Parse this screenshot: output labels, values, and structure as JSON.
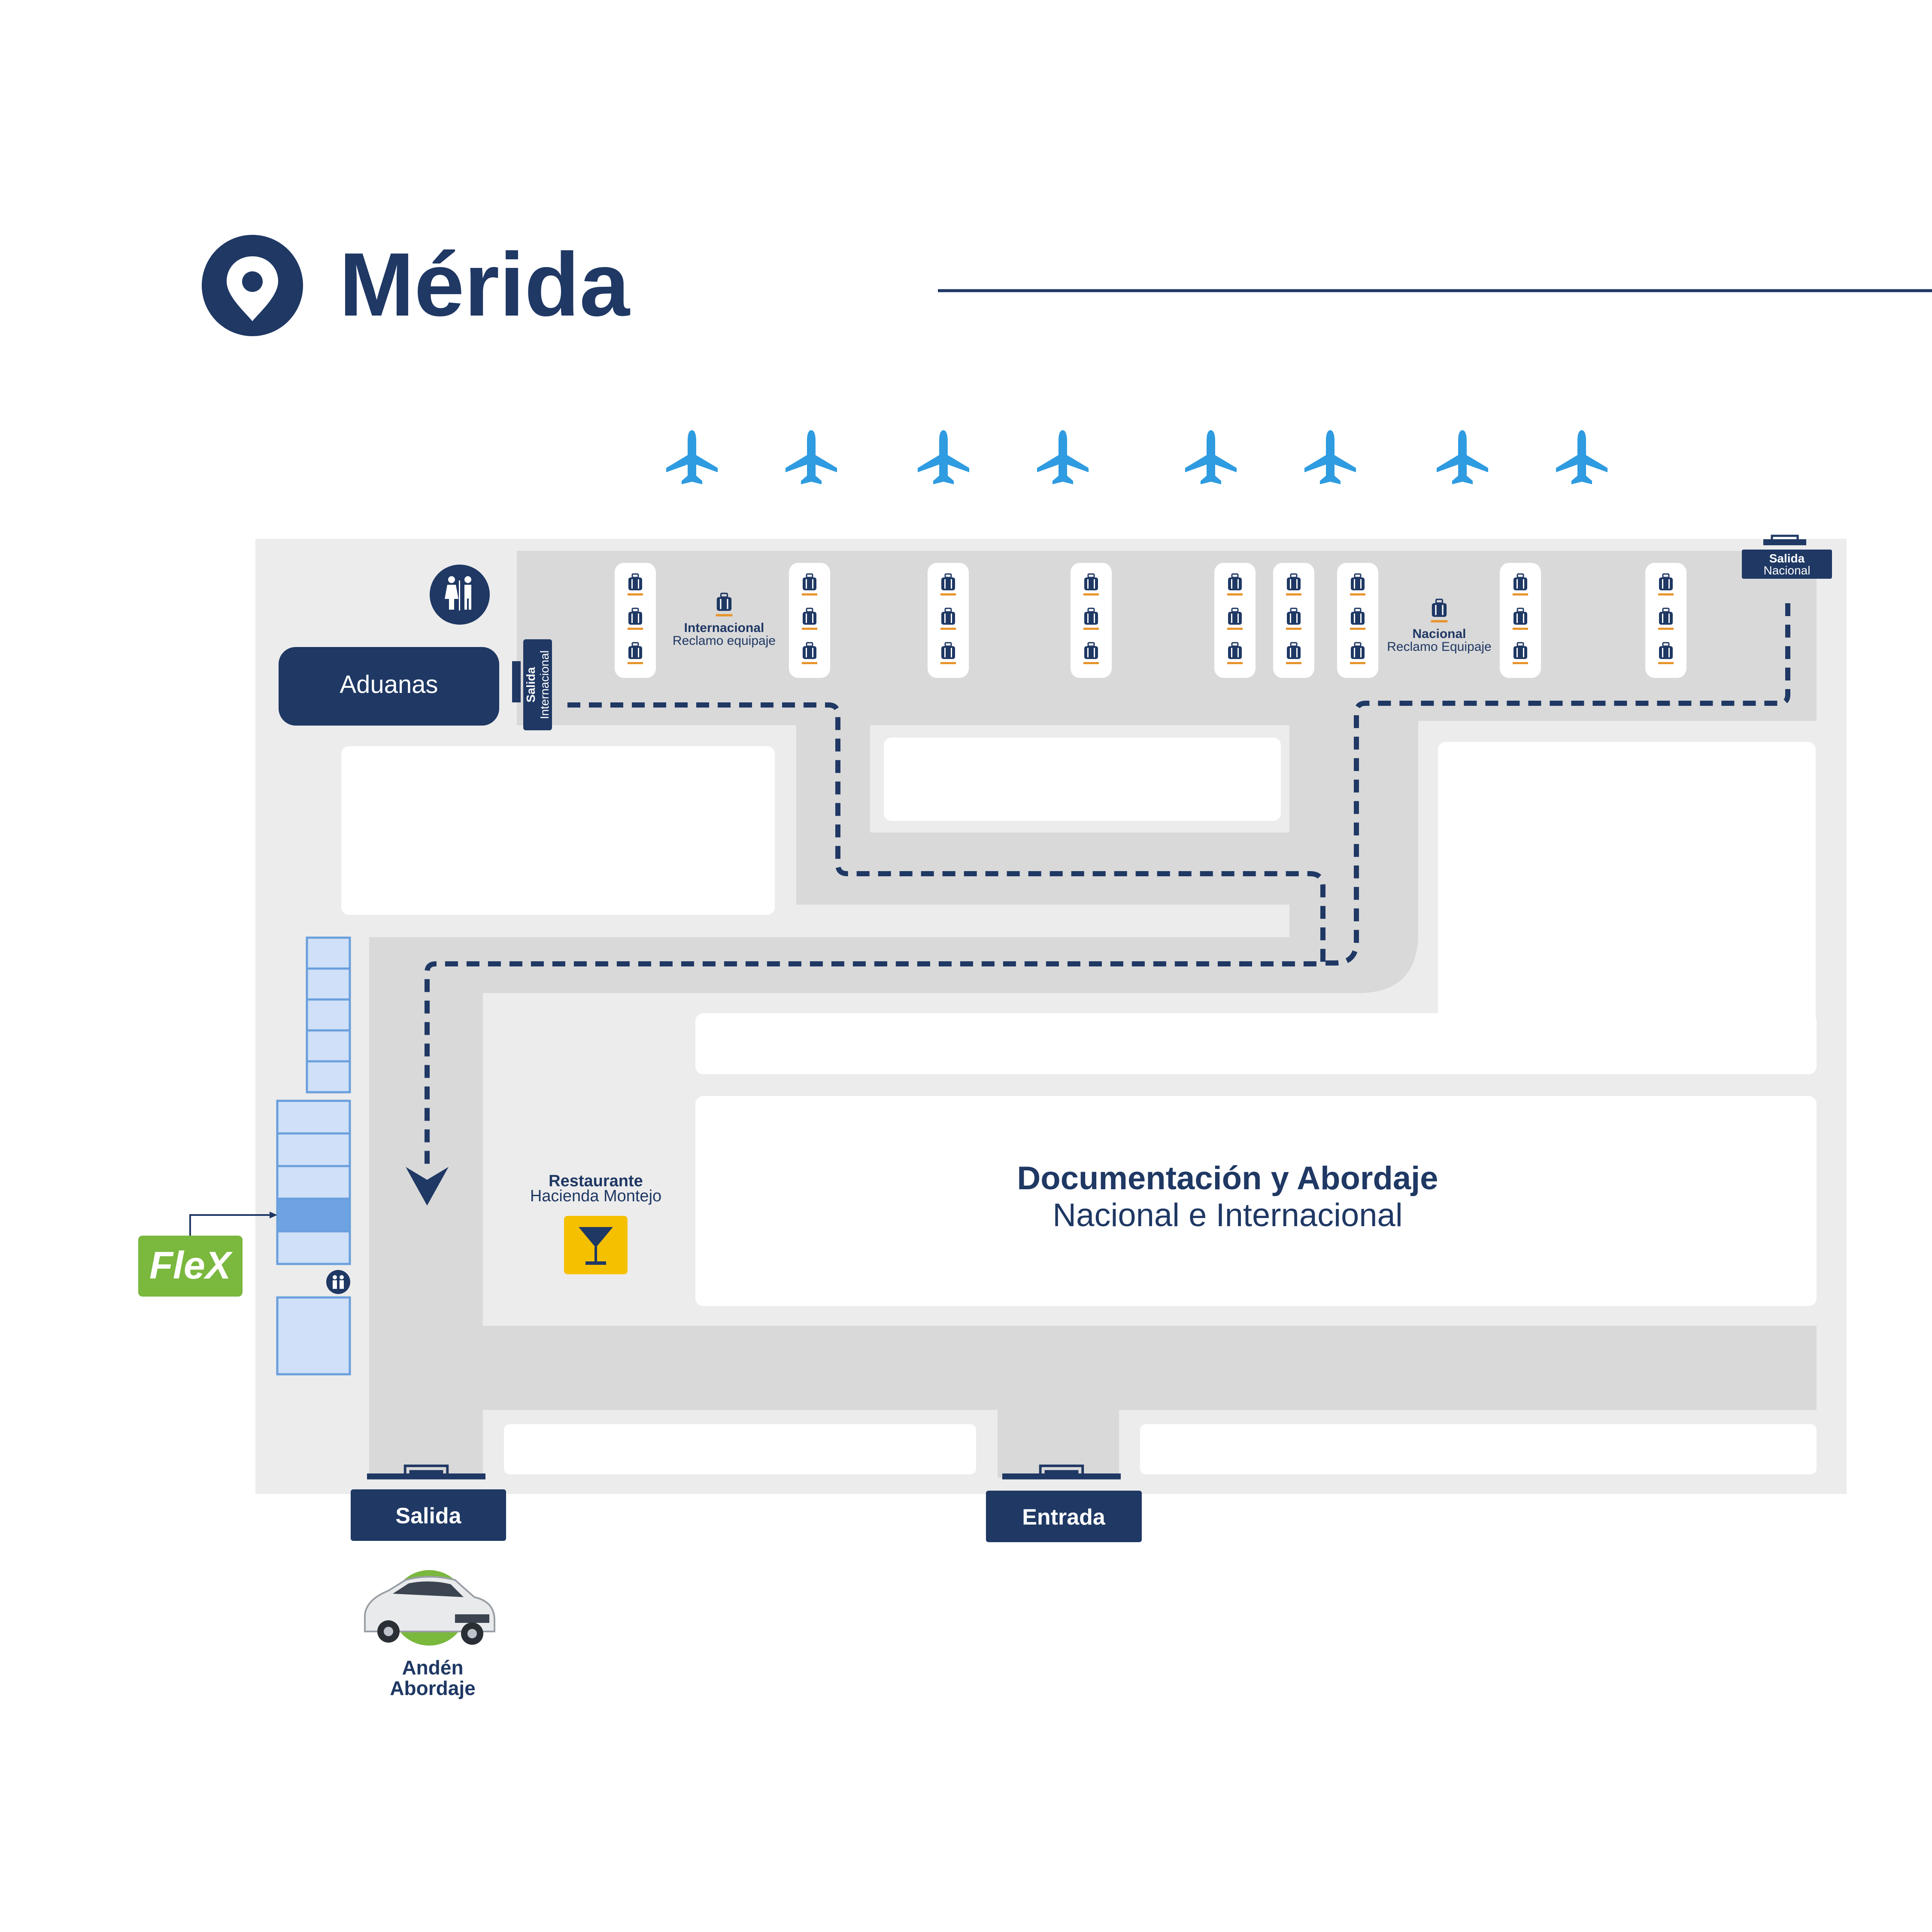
{
  "header": {
    "title": "Mérida",
    "location_icon": "location-pin-icon"
  },
  "colors": {
    "navy": "#1f3864",
    "plane_blue": "#2f9be0",
    "floor": "#ececec",
    "corridor": "#d9d9d9",
    "belt": "#ffffff",
    "luggage_orange": "#e8932a",
    "parking": "#cfe0f8",
    "parking_highlight": "#6ea3e2",
    "parking_border": "#6a9fdc",
    "flex_green": "#7ab83e",
    "bar_yellow": "#f5c000"
  },
  "icons": {
    "airplane": "airplane-icon",
    "restroom": "restroom-icon",
    "luggage": "luggage-icon",
    "bar": "cocktail-icon",
    "door": "door-icon",
    "car": "car-icon",
    "direction_arrow": "arrow-down-icon"
  },
  "map": {
    "aduanas": "Aduanas",
    "salida_internacional": {
      "line1": "Salida",
      "line2": "Internacional"
    },
    "salida_nacional": {
      "line1": "Salida",
      "line2": "Nacional"
    },
    "reclamo_internacional": {
      "line1": "Internacional",
      "line2": "Reclamo equipaje"
    },
    "reclamo_nacional": {
      "line1": "Nacional",
      "line2": "Reclamo Equipaje"
    },
    "restaurante": {
      "line1": "Restaurante",
      "line2": "Hacienda Montejo"
    },
    "documentacion": {
      "line1": "Documentación y Abordaje",
      "line2": "Nacional e Internacional"
    },
    "salida": "Salida",
    "entrada": "Entrada",
    "anden": {
      "line1": "Andén",
      "line2": "Abordaje"
    },
    "flex": "FleX",
    "airplane_gates": 8,
    "baggage_belts": 9
  }
}
